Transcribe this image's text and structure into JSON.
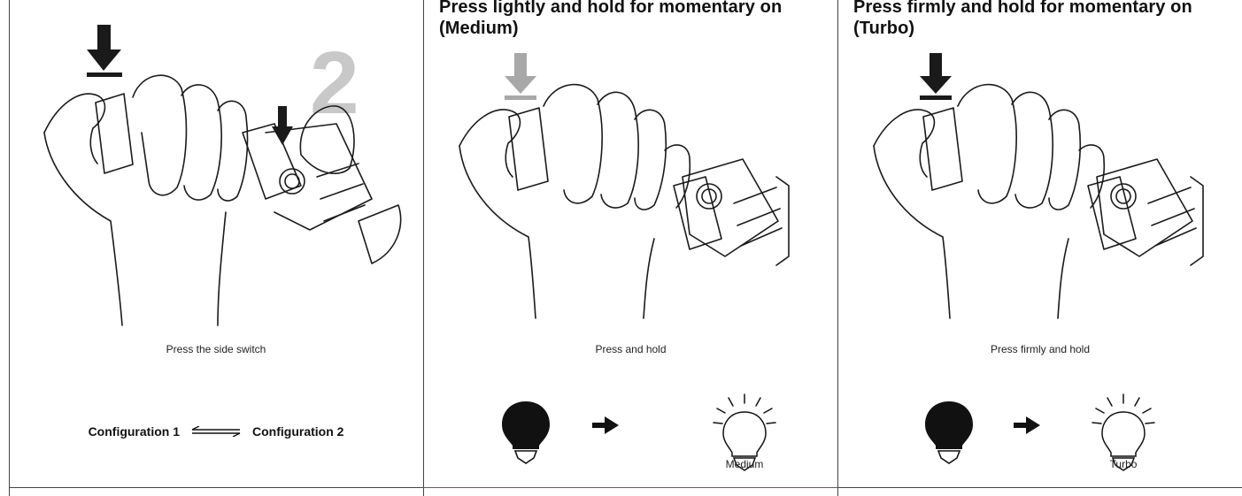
{
  "panels": [
    {
      "heading": "",
      "step_number": "2",
      "caption": "Press the side switch",
      "config_left": "Configuration 1",
      "config_right": "Configuration 2"
    },
    {
      "heading": "Press lightly and hold for momentary on (Medium)",
      "caption": "Press and hold",
      "mode_label": "Medium"
    },
    {
      "heading": "Press firmly and hold for momentary on (Turbo)",
      "caption": "Press firmly and hold",
      "mode_label": "Turbo"
    }
  ],
  "colors": {
    "line": "#444444",
    "arrow_dark": "#1a1a1a",
    "arrow_light": "#a8a8a8",
    "step_number": "#c8c8c8",
    "accent_rule": "#c0392b"
  },
  "icons": [
    "down-arrow-icon",
    "bulb-off-icon",
    "right-arrow-icon",
    "bulb-on-icon",
    "swap-arrows-icon"
  ]
}
